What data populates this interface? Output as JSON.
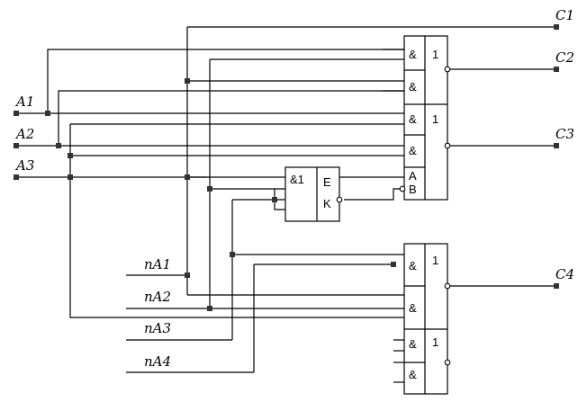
{
  "inputs": {
    "a1": "A1",
    "a2": "A2",
    "a3": "A3",
    "na1": "nA1",
    "na2": "nA2",
    "na3": "nA3",
    "na4": "nA4"
  },
  "outputs": {
    "c1": "C1",
    "c2": "C2",
    "c3": "C3",
    "c4": "C4"
  },
  "gates": {
    "and_symbol": "&",
    "or_symbol": "1",
    "sw_and_or_label": "&1",
    "sw_e_label": "E",
    "sw_k_label": "K",
    "sw_a_label": "A",
    "sw_b_label": "B"
  }
}
